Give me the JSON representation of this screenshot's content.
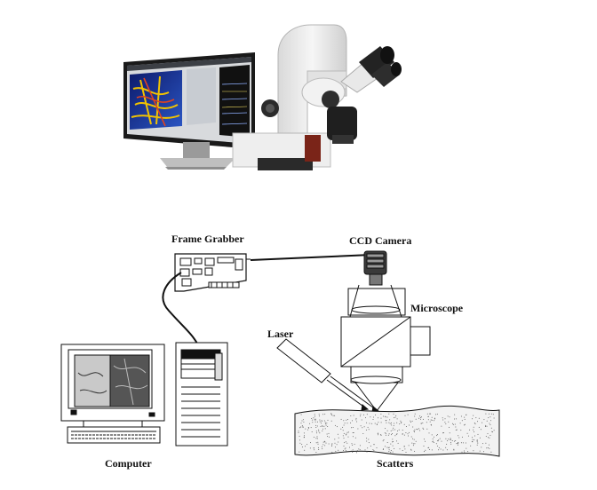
{
  "labels": {
    "frame_grabber": "Frame Grabber",
    "ccd_camera": "CCD Camera",
    "microscope": "Microscope",
    "laser": "Laser",
    "computer": "Computer",
    "scatters": "Scatters"
  },
  "colors": {
    "line": "#111111",
    "monitor_screen_blue": "#1b3a8c",
    "microscope_body": "#eaeaea",
    "stand_red": "#8a2a1e"
  },
  "icons": [
    "monitor-icon",
    "microscope-icon",
    "frame-grabber-card-icon",
    "ccd-camera-icon",
    "pc-tower-icon",
    "laser-icon",
    "tissue-sample-icon"
  ]
}
